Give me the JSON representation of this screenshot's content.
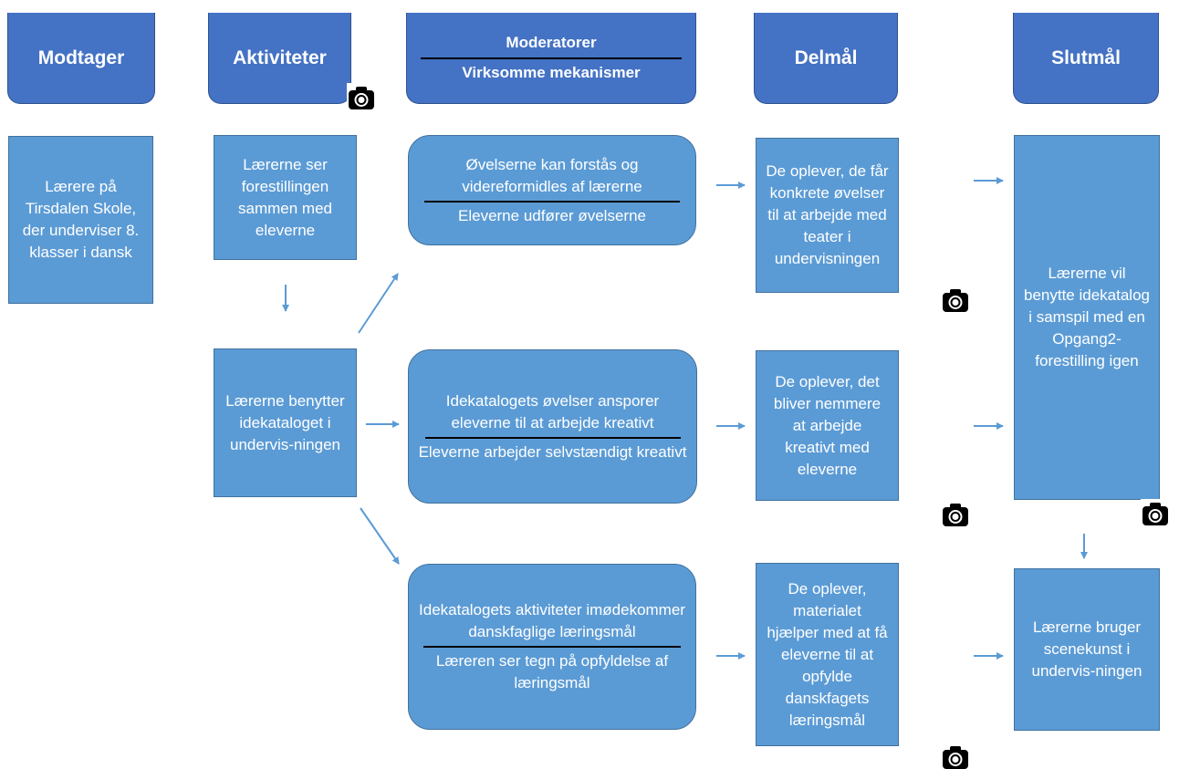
{
  "headers": {
    "receiver": "Modtager",
    "activities": "Aktiviteter",
    "moderators": "Moderatorer",
    "mechanisms": "Virksomme mekanismer",
    "subgoals": "Delmål",
    "final_goal": "Slutmål"
  },
  "receiver": {
    "text": "Lærere på Tirsdalen Skole, der underviser 8. klasser i dansk"
  },
  "activities": {
    "a1": "Lærerne ser forestillingen sammen med eleverne",
    "a2": "Lærerne benytter idekataloget i undervis-ningen"
  },
  "moderators": {
    "m1_top": "Øvelserne kan forstås og videreformidles af lærerne",
    "m1_bottom": "Eleverne udfører øvelserne",
    "m2_top": "Idekatalogets øvelser ansporer eleverne til at arbejde kreativt",
    "m2_bottom": "Eleverne arbejder selvstændigt kreativt",
    "m3_top": "Idekatalogets aktiviteter imødekommer danskfaglige læringsmål",
    "m3_bottom": "Læreren ser tegn på opfyldelse af læringsmål"
  },
  "subgoals": {
    "s1": "De oplever, de får konkrete øvelser til at arbejde med teater i undervisningen",
    "s2": "De oplever, det bliver nemmere at arbejde kreativt med eleverne",
    "s3": "De oplever, materialet hjælper med at få eleverne til at opfylde danskfagets læringsmål"
  },
  "final_goals": {
    "f1": "Lærerne vil benytte idekatalog i samspil med en Opgang2-forestilling igen",
    "f2": "Lærerne bruger scenekunst i undervis-ningen"
  },
  "icons": {
    "camera": "camera-icon"
  },
  "colors": {
    "header_fill": "#4472c4",
    "box_fill": "#5b9bd5",
    "arrow": "#5b9bd5"
  }
}
